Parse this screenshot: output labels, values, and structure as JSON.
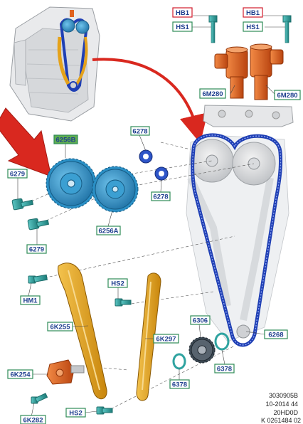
{
  "colors": {
    "label_border_green": "#2e8b57",
    "label_border_red": "#d21c2c",
    "label_text": "#1f3f8f",
    "sprocket_blue": "#2a8fc5",
    "chain_blue": "#1f3fb4",
    "guide_orange": "#e5a21a",
    "solenoid_orange": "#e0621e",
    "bolt_teal": "#2fa3a0",
    "arrow_red": "#d9281f"
  },
  "labels": {
    "hb1_left": "HB1",
    "hb1_right": "HB1",
    "hs1_left": "HS1",
    "hs1_right": "HS1",
    "m280_left": "6M280",
    "m280_right": "6M280",
    "k6256b": "6256B",
    "k6278_top": "6278",
    "k6278_mid": "6278",
    "k6279_top": "6279",
    "k6279_bot": "6279",
    "k6256a": "6256A",
    "hs2_top": "HS2",
    "hm1": "HM1",
    "k6k255": "6K255",
    "k6k297": "6K297",
    "k6k254": "6K254",
    "k6k282": "6K282",
    "hs2_bot": "HS2",
    "k6306": "6306",
    "k6268": "6268",
    "k6378_right": "6378",
    "k6378_left": "6378"
  },
  "footer": {
    "line1": "3030905B",
    "line2": "10-2014 44",
    "line3": "20HD0D",
    "line4": "K 0261484 02"
  }
}
